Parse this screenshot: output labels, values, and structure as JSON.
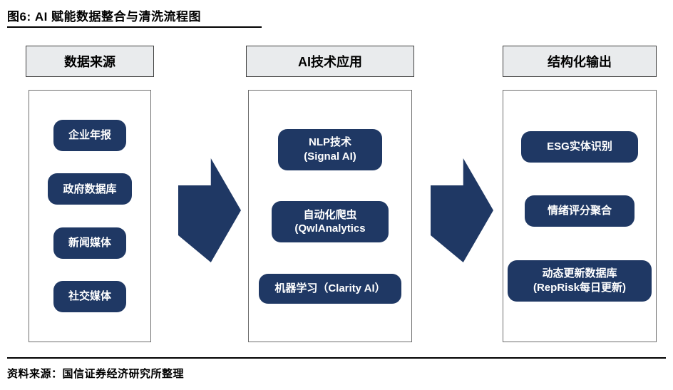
{
  "title": "图6: AI 赋能数据整合与清洗流程图",
  "source_note": "资料来源：国信证券经济研究所整理",
  "colors": {
    "node_fill": "#1f3864",
    "arrow_fill": "#1f3864",
    "header_fill": "#e9ebed",
    "header_border": "#3f3f3f",
    "body_border": "#6e6e6e",
    "node_text": "#ffffff"
  },
  "columns": [
    {
      "header": "数据来源",
      "items": [
        {
          "lines": [
            "企业年报"
          ]
        },
        {
          "lines": [
            "政府数据库"
          ]
        },
        {
          "lines": [
            "新闻媒体"
          ]
        },
        {
          "lines": [
            "社交媒体"
          ]
        }
      ]
    },
    {
      "header": "AI技术应用",
      "items": [
        {
          "lines": [
            "NLP技术",
            "(Signal AI)"
          ]
        },
        {
          "lines": [
            "自动化爬虫",
            "(QwlAnalytics"
          ]
        },
        {
          "lines": [
            "机器学习（Clarity AI）"
          ]
        }
      ]
    },
    {
      "header": "结构化输出",
      "items": [
        {
          "lines": [
            "ESG实体识别"
          ]
        },
        {
          "lines": [
            "情绪评分聚合"
          ]
        },
        {
          "lines": [
            "动态更新数据库",
            "(RepRisk每日更新)"
          ]
        }
      ]
    }
  ]
}
